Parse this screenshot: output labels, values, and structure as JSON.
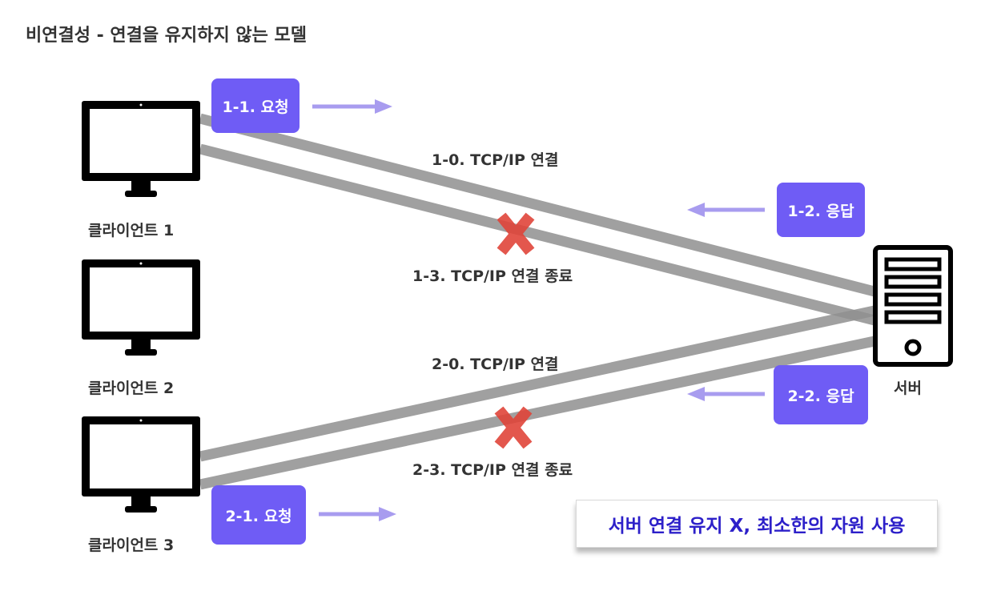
{
  "title": "비연결성 - 연결을 유지하지 않는 모델",
  "clients": [
    {
      "label": "클라이언트 1"
    },
    {
      "label": "클라이언트 2"
    },
    {
      "label": "클라이언트 3"
    }
  ],
  "server": {
    "label": "서버"
  },
  "requests": {
    "r1_1": "1-1. 요청",
    "r1_2": "1-2. 응답",
    "r2_1": "2-1. 요청",
    "r2_2": "2-2. 응답"
  },
  "connections": {
    "c1_0": "1-0. TCP/IP 연결",
    "c1_3": "1-3. TCP/IP 연결 종료",
    "c2_0": "2-0. TCP/IP 연결",
    "c2_3": "2-3. TCP/IP 연결 종료"
  },
  "note": "서버 연결 유지 X, 최소한의 자원 사용",
  "colors": {
    "badge": "#6f5cf5",
    "arrow": "#a89cef",
    "connection_line": "#8f8f8f",
    "x_mark": "#e0453a",
    "note_text": "#2d20c9"
  },
  "icons": [
    "monitor-icon",
    "server-icon",
    "x-mark-icon",
    "right-arrow-icon",
    "left-arrow-icon"
  ]
}
